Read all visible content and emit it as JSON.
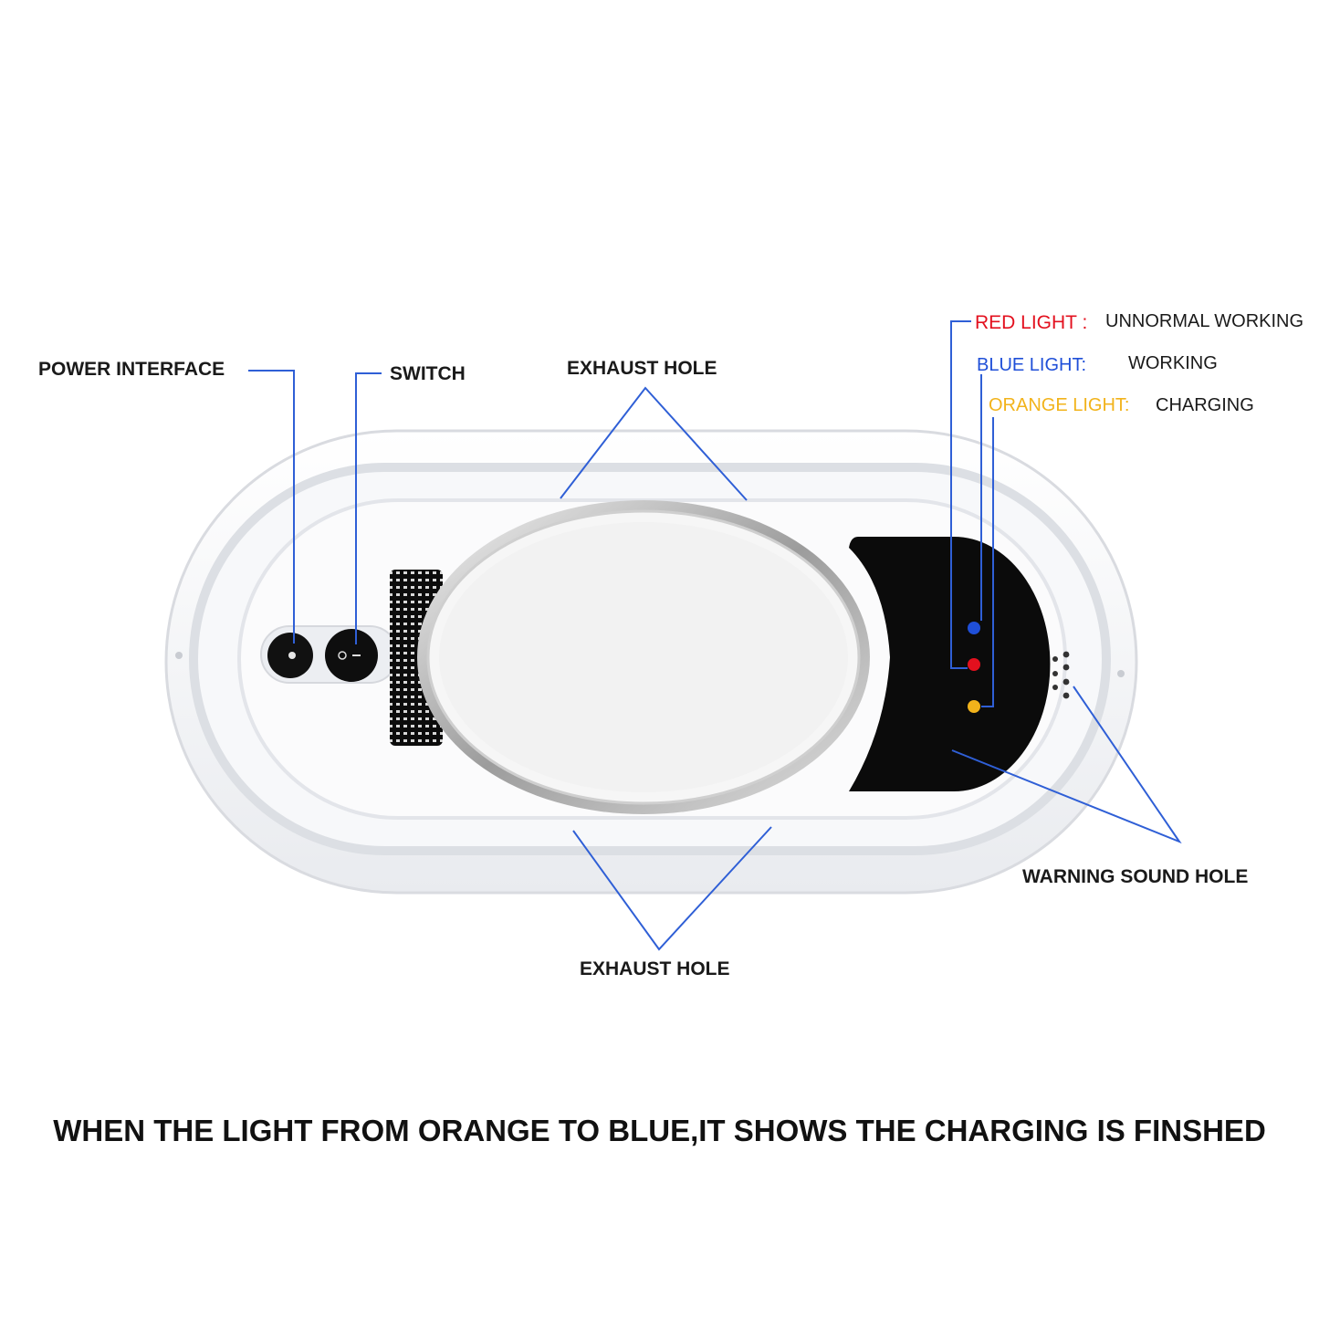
{
  "labels": {
    "power_interface": "POWER INTERFACE",
    "switch": "SWITCH",
    "exhaust_hole_top": "EXHAUST HOLE",
    "exhaust_hole_bottom": "EXHAUST HOLE",
    "warning_sound_hole": "WARNING SOUND HOLE"
  },
  "lights": [
    {
      "name": "RED LIGHT :",
      "meaning": "UNNORMAL WORKING",
      "color": "#e3101e"
    },
    {
      "name": "BLUE LIGHT:",
      "meaning": "WORKING",
      "color": "#1f4fd8"
    },
    {
      "name": "ORANGE LIGHT:",
      "meaning": "CHARGING",
      "color": "#f2b31b"
    }
  ],
  "caption": "WHEN THE LIGHT FROM ORANGE TO BLUE,IT SHOWS THE CHARGING IS FINSHED",
  "colors": {
    "leader_line": "#2f5fd6",
    "device_body": "#f2f3f6",
    "panel": "#0b0b0b"
  }
}
